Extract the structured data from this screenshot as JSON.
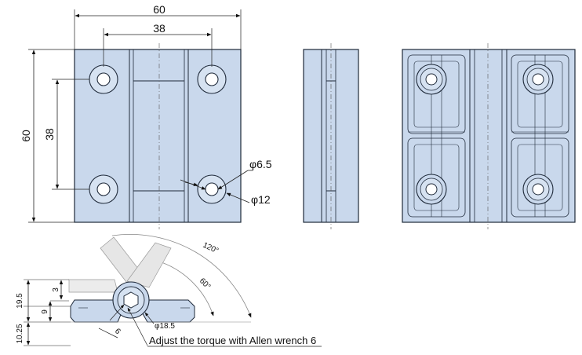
{
  "dimensions": {
    "front_width": "60",
    "front_hole_spacing_horizontal": "38",
    "front_height": "60",
    "front_hole_spacing_vertical": "38",
    "small_hole_diameter": "φ6.5",
    "counterbore_diameter": "φ12",
    "rotation_angle": "120°",
    "partial_angle": "60°",
    "side_height": "19.5",
    "side_step": "3",
    "side_inner": "9",
    "side_thickness": "10.25",
    "head_diameter": "φ18.5",
    "hex_size": "6"
  },
  "note": "Adjust the torque with Allen wrench 6",
  "colors": {
    "part_fill": "#c9d8ec",
    "outline": "#1f2a3a",
    "dimension_line": "#222222"
  }
}
